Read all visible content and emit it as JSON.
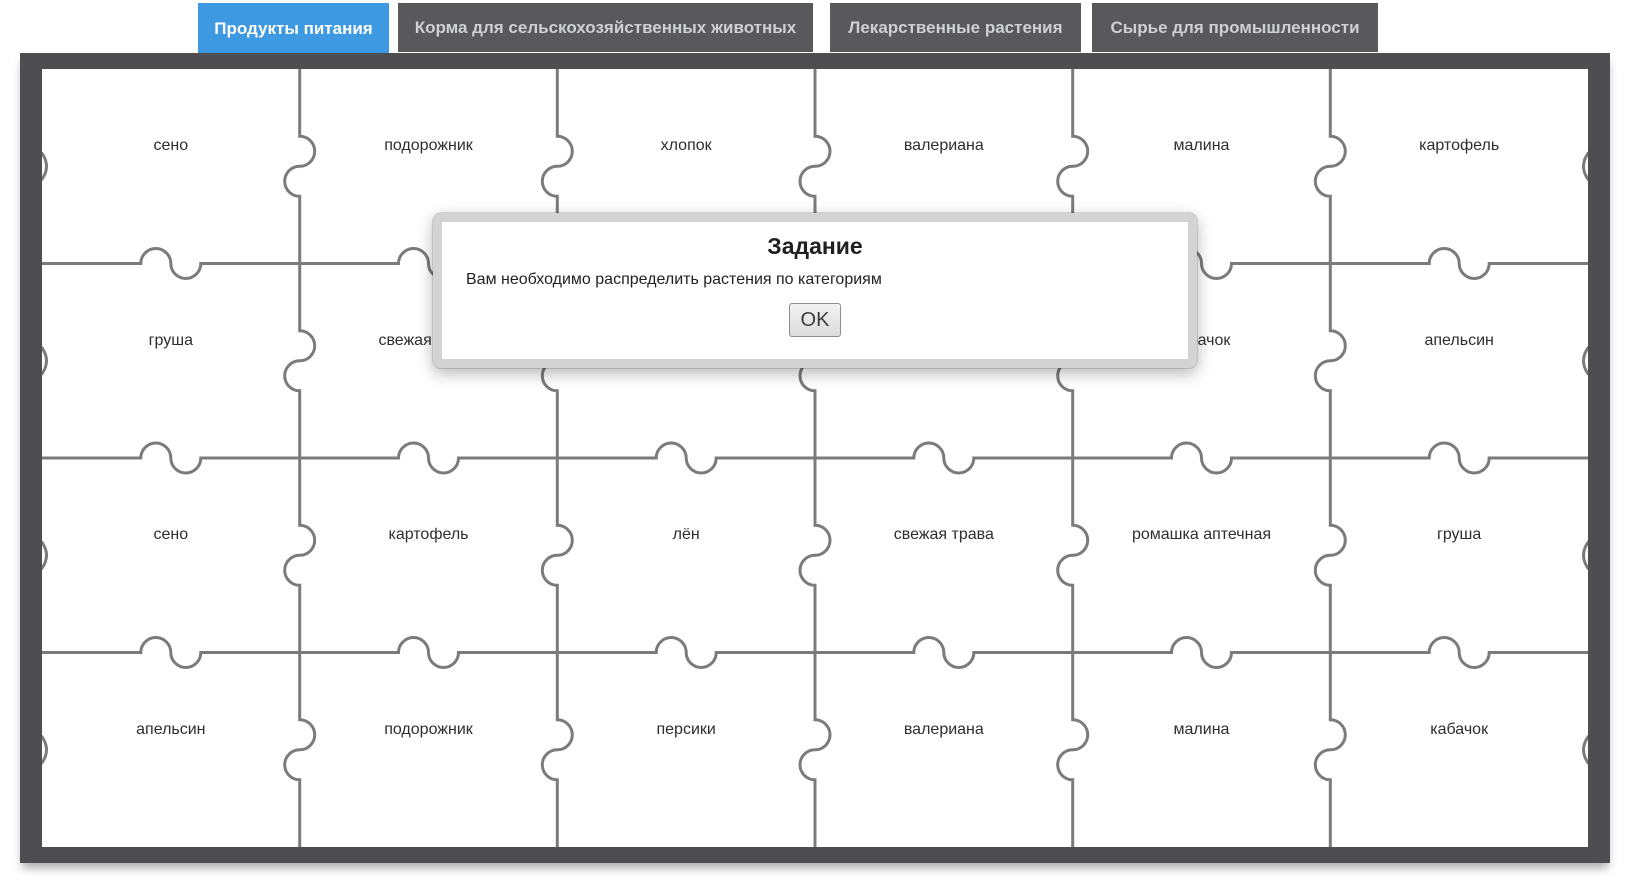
{
  "tabs": {
    "items": [
      {
        "label": "Продукты питания",
        "active": true
      },
      {
        "label": "Корма для сельскохозяйственных животных",
        "active": false
      },
      {
        "label": "Лекарственные растения",
        "active": false
      },
      {
        "label": "Сырье для промышленности",
        "active": false
      }
    ]
  },
  "board": {
    "rows": 4,
    "cols": 6,
    "pieces": [
      [
        "сено",
        "подорожник",
        "хлопок",
        "валериана",
        "малина",
        "картофель"
      ],
      [
        "груша",
        "свежая трава",
        "",
        "",
        "кабачок",
        "апельсин"
      ],
      [
        "сено",
        "картофель",
        "лён",
        "свежая трава",
        "ромашка аптечная",
        "груша"
      ],
      [
        "апельсин",
        "подорожник",
        "персики",
        "валериана",
        "малина",
        "кабачок"
      ]
    ]
  },
  "dialog": {
    "title": "Задание",
    "message": "Вам необходимо распределить растения по категориям",
    "ok_label": "OK"
  },
  "colors": {
    "active_tab": "#3D9AE2",
    "inactive_tab": "#59585B",
    "board_border": "#4E4E50",
    "puzzle_line": "#7B7B7B"
  }
}
